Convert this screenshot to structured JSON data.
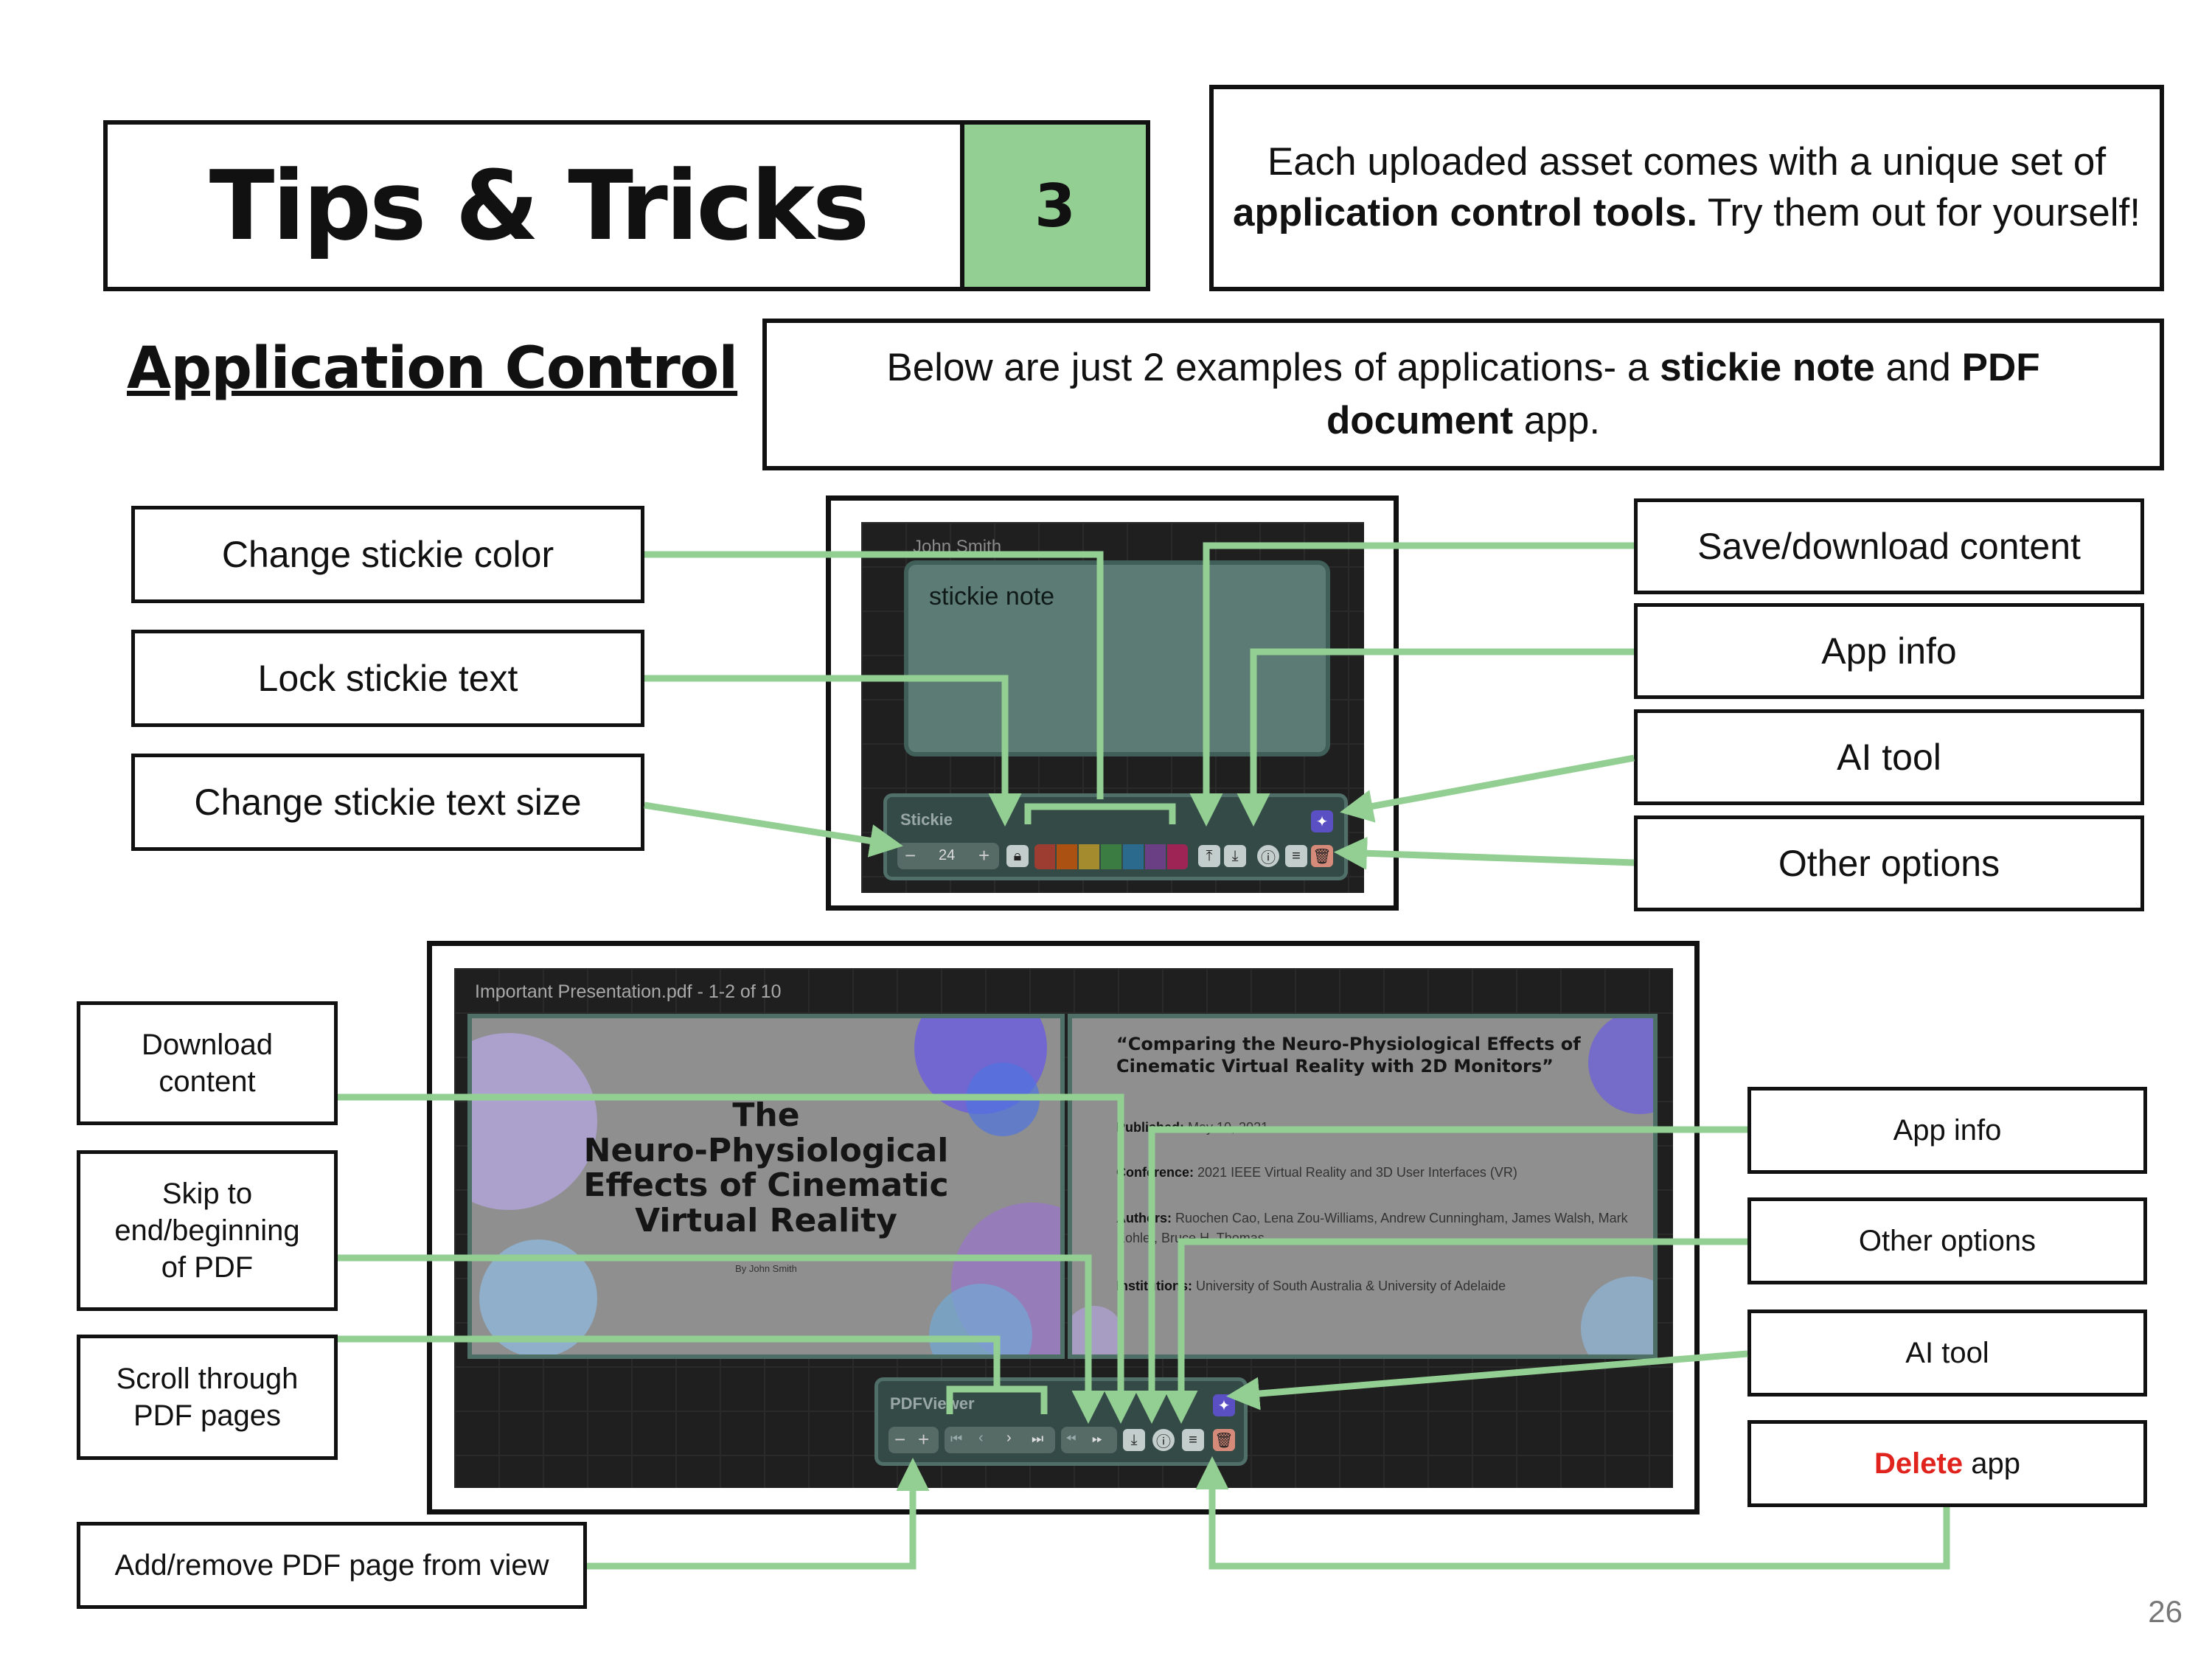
{
  "header": {
    "title": "Tips & Tricks",
    "number": "3",
    "intro": {
      "before": "Each uploaded asset comes with a unique set of ",
      "bold": "application control tools.",
      "after": " Try them out for yourself!"
    }
  },
  "section": {
    "title": "Application Control",
    "examples": {
      "part1": "Below are just 2 examples of applications- a ",
      "bold1": "stickie note",
      "part2": " and ",
      "bold2": "PDF document",
      "part3": " app."
    }
  },
  "stickie": {
    "owner": "John Smith",
    "note_text": "stickie note",
    "toolbar_title": "Stickie",
    "font_size_value": "24",
    "colors": [
      "#c0392b",
      "#d35400",
      "#c9a227",
      "#3e8e41",
      "#2874a6",
      "#7d3c98",
      "#c2185b"
    ],
    "left_labels": [
      "Change stickie color",
      "Lock stickie text",
      "Change stickie text size"
    ],
    "right_labels": [
      "Save/download content",
      "App info",
      "AI tool",
      "Other options"
    ]
  },
  "pdf": {
    "header": "Important Presentation.pdf - 1-2 of 10",
    "toolbar_title": "PDFViewer",
    "left_page": {
      "title_lines": [
        "The",
        "Neuro-Physiological",
        "Effects of Cinematic",
        "Virtual Reality"
      ],
      "byline": "By John Smith"
    },
    "right_page": {
      "title": "“Comparing the Neuro-Physiological Effects of Cinematic Virtual Reality with 2D Monitors”",
      "published_label": "Published:",
      "published_value": " May 10, 2021",
      "conference_label": "Conference:",
      "conference_value": " 2021 IEEE Virtual Reality and 3D User Interfaces (VR)",
      "authors_label": "Authors:",
      "authors_value": " Ruochen Cao, Lena Zou-Williams, Andrew Cunningham, James Walsh, Mark Kohler, Bruce H. Thomas",
      "institutions_label": "Institutions:",
      "institutions_value": " University of South Australia & University of Adelaide"
    },
    "left_labels": [
      "Download content",
      "Skip to end/beginning of PDF",
      "Scroll through PDF pages",
      "Add/remove PDF page from view"
    ],
    "right_labels": [
      "App info",
      "Other options",
      "AI tool"
    ],
    "delete_label": {
      "bold": "Delete",
      "rest": " app"
    }
  },
  "page_number": "26",
  "colors": {
    "accent_green": "#93cf93",
    "delete_red": "#e0231d"
  },
  "icons": {
    "lock": "lock-icon",
    "upload": "upload-icon",
    "download": "download-icon",
    "info": "info-icon",
    "menu": "menu-icon",
    "sparkle": "sparkle-icon",
    "minus": "minus-icon",
    "plus": "plus-icon",
    "skip_start": "skip-start-icon",
    "prev": "prev-icon",
    "next": "next-icon",
    "skip_end": "skip-end-icon",
    "rewind": "rewind-icon",
    "fast_forward": "fast-forward-icon",
    "trash": "trash-icon"
  }
}
